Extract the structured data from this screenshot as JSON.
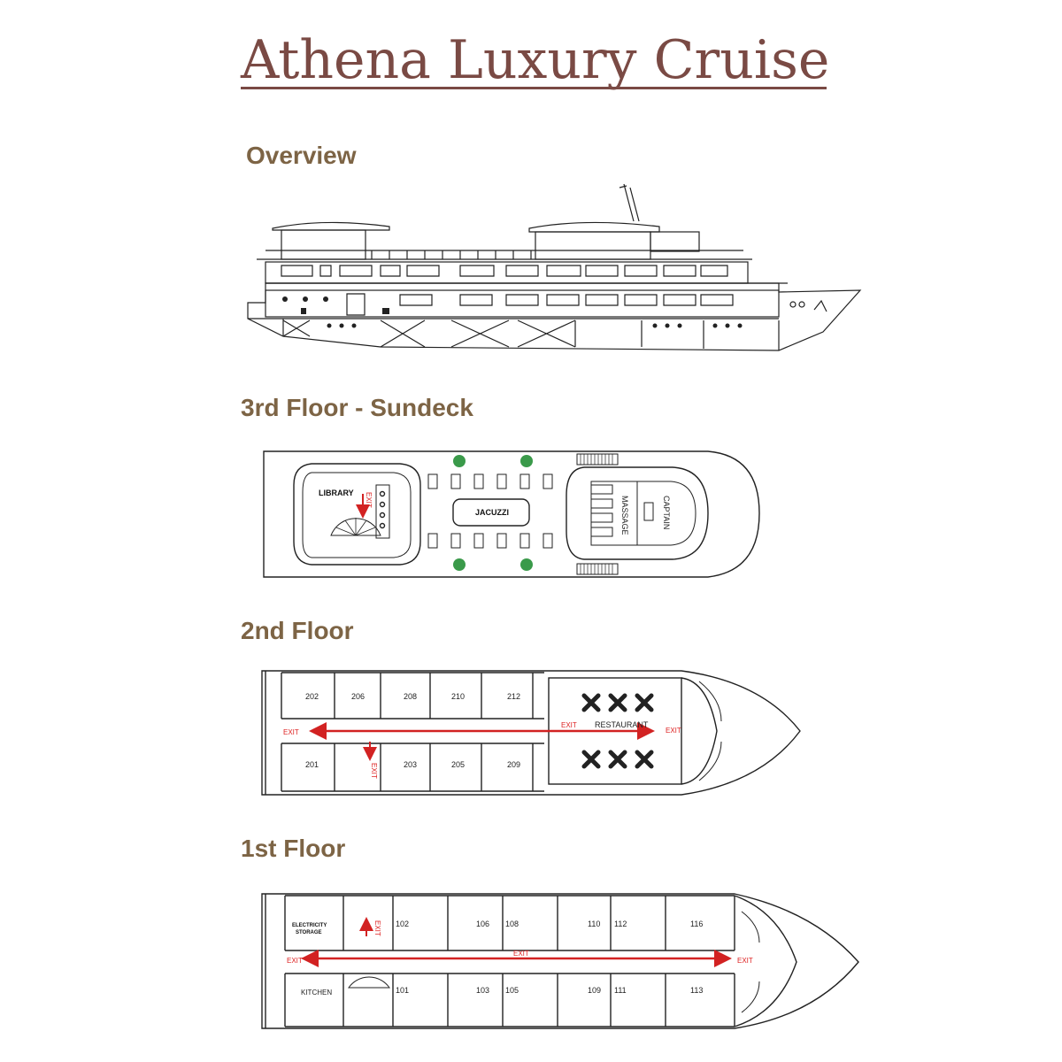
{
  "header": {
    "title": "Athena Luxury Cruise"
  },
  "sections": {
    "overview": "Overview",
    "floor3": "3rd Floor - Sundeck",
    "floor2": "2nd Floor",
    "floor1": "1st Floor"
  },
  "floor3": {
    "library": "LIBRARY",
    "jacuzzi": "JACUZZI",
    "massage": "MASSAGE",
    "captain": "CAPTAIN",
    "exit": "EXIT"
  },
  "floor2": {
    "top_rooms": [
      "202",
      "206",
      "208",
      "210",
      "212"
    ],
    "bottom_rooms": [
      "201",
      "203",
      "205",
      "209"
    ],
    "restaurant": "RESTAURANT",
    "exit": "EXIT"
  },
  "floor1": {
    "electricity": "ELECTRICITY",
    "storage": "STORAGE",
    "kitchen": "KITCHEN",
    "top_rooms": [
      "102",
      "106",
      "108",
      "110",
      "112",
      "116"
    ],
    "bottom_rooms": [
      "101",
      "103",
      "105",
      "109",
      "111",
      "113"
    ],
    "exit": "EXIT"
  },
  "colors": {
    "title": "#7a4a44",
    "labels": "#7d6445",
    "exit_arrow": "#d22222",
    "plant": "#3a9a4a"
  }
}
